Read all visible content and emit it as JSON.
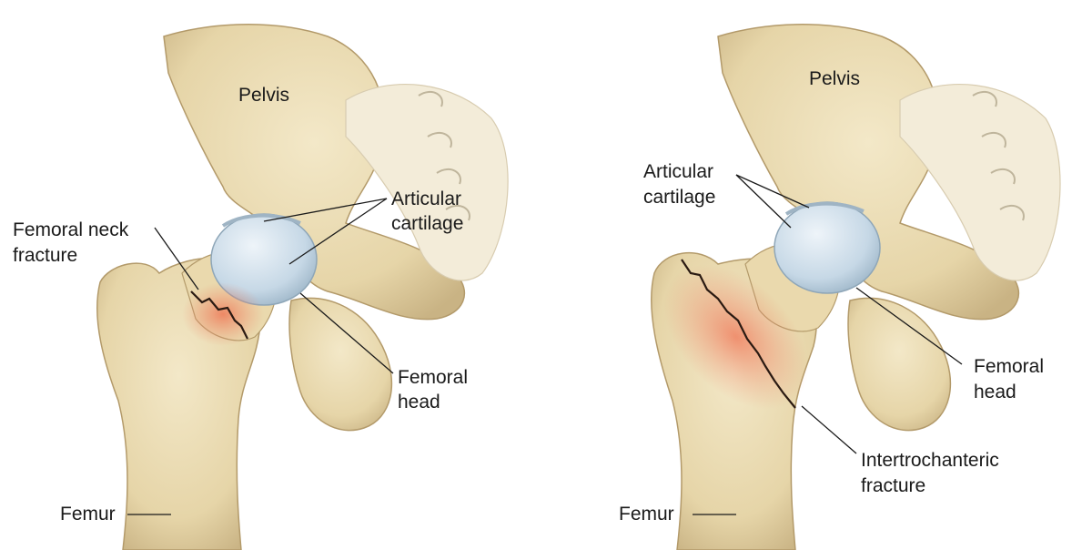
{
  "left_panel": {
    "labels": {
      "pelvis": "Pelvis",
      "articular_cartilage_1": "Articular",
      "articular_cartilage_2": "cartilage",
      "fracture_1": "Femoral neck",
      "fracture_2": "fracture",
      "femoral_head_1": "Femoral",
      "femoral_head_2": "head",
      "femur": "Femur"
    }
  },
  "right_panel": {
    "labels": {
      "pelvis": "Pelvis",
      "articular_cartilage_1": "Articular",
      "articular_cartilage_2": "cartilage",
      "femoral_head_1": "Femoral",
      "femoral_head_2": "head",
      "fracture_1": "Intertrochanteric",
      "fracture_2": "fracture",
      "femur": "Femur"
    }
  },
  "colors": {
    "bone": "#eadcb5",
    "bone_shadow": "#c9b384",
    "cartilage": "#c9dbe8",
    "fracture_glow": "#ef8a6d",
    "fracture_line": "#2a1a12",
    "leader_line": "#1a1a1a"
  }
}
